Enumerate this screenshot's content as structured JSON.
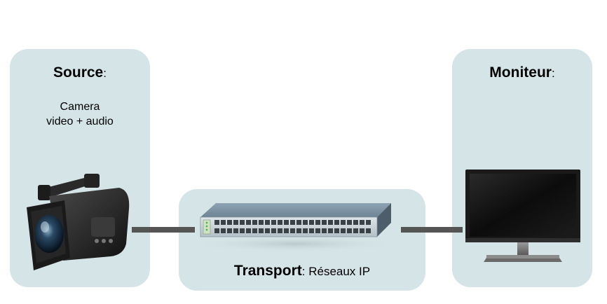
{
  "source": {
    "title": "Source",
    "title_suffix": ":",
    "description_line1": "Camera",
    "description_line2": "video + audio",
    "device_icon": "video-camera-icon"
  },
  "transport": {
    "title": "Transport",
    "title_suffix": ": Réseaux IP",
    "device_icon": "network-switch-icon"
  },
  "monitor": {
    "title": "Moniteur",
    "title_suffix": ":",
    "device_icon": "lcd-monitor-icon"
  },
  "colors": {
    "panel_background": "#d5e4e7",
    "connector": "#555555"
  }
}
